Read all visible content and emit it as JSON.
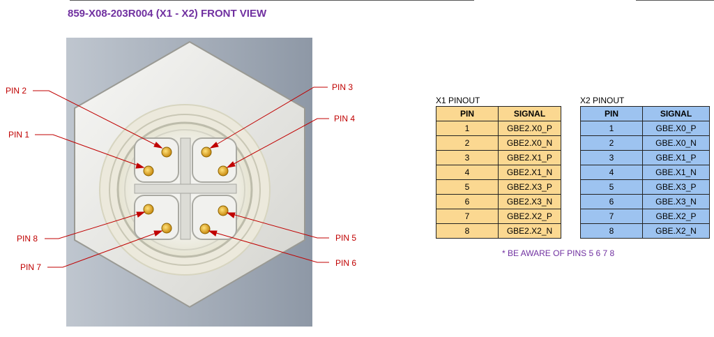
{
  "title": "859-X08-203R004 (X1 - X2) FRONT VIEW",
  "pin_labels": {
    "pin1": "PIN 1",
    "pin2": "PIN 2",
    "pin3": "PIN 3",
    "pin4": "PIN 4",
    "pin5": "PIN 5",
    "pin6": "PIN 6",
    "pin7": "PIN 7",
    "pin8": "PIN 8"
  },
  "x1": {
    "caption": "X1 PINOUT",
    "headers": [
      "PIN",
      "SIGNAL"
    ],
    "rows": [
      [
        "1",
        "GBE2.X0_P"
      ],
      [
        "2",
        "GBE2.X0_N"
      ],
      [
        "3",
        "GBE2.X1_P"
      ],
      [
        "4",
        "GBE2.X1_N"
      ],
      [
        "5",
        "GBE2.X3_P"
      ],
      [
        "6",
        "GBE2.X3_N"
      ],
      [
        "7",
        "GBE2.X2_P"
      ],
      [
        "8",
        "GBE2.X2_N"
      ]
    ]
  },
  "x2": {
    "caption": "X2 PINOUT",
    "headers": [
      "PIN",
      "SIGNAL"
    ],
    "rows": [
      [
        "1",
        "GBE.X0_P"
      ],
      [
        "2",
        "GBE.X0_N"
      ],
      [
        "3",
        "GBE.X1_P"
      ],
      [
        "4",
        "GBE.X1_N"
      ],
      [
        "5",
        "GBE.X3_P"
      ],
      [
        "6",
        "GBE.X3_N"
      ],
      [
        "7",
        "GBE.X2_P"
      ],
      [
        "8",
        "GBE.X2_N"
      ]
    ]
  },
  "note": "* BE AWARE OF PINS 5 6 7 8",
  "colors": {
    "title": "#7030a0",
    "leader": "#c00000",
    "x1_fill": "#fbd891",
    "x2_fill": "#9dc3f0"
  }
}
